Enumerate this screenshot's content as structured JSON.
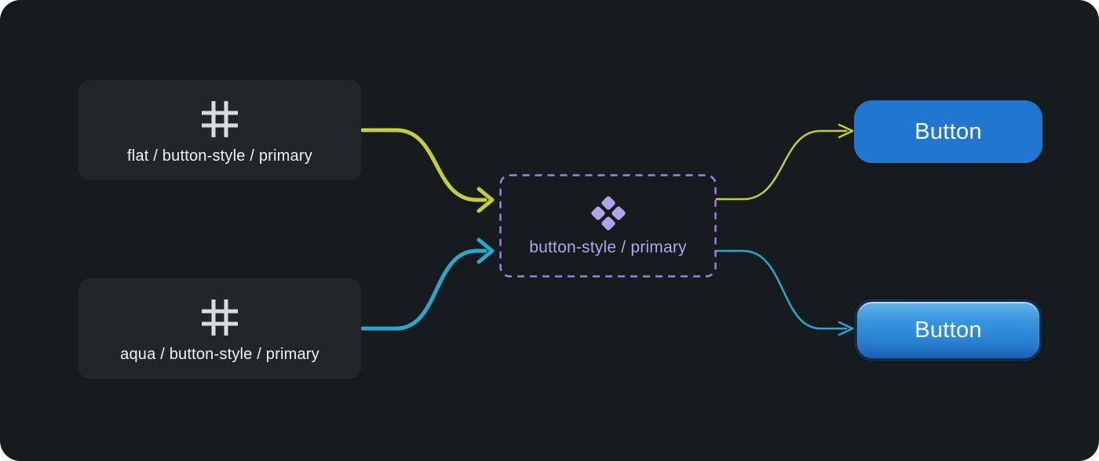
{
  "diagram": {
    "token_cards": [
      {
        "label": "flat / button-style / primary",
        "icon": "hash-icon"
      },
      {
        "label": "aqua / button-style / primary",
        "icon": "hash-icon"
      }
    ],
    "component_node": {
      "label": "button-style / primary",
      "icon": "variables-diamonds-icon"
    },
    "buttons": [
      {
        "label": "Button",
        "style": "flat"
      },
      {
        "label": "Button",
        "style": "aqua"
      }
    ]
  },
  "colors": {
    "panel_bg": "#161b1e",
    "card_bg": "#212729",
    "card_text": "#eef1f2",
    "hash_icon": "#d9dcdd",
    "purple_border": "#9c80e6",
    "purple_text": "#b5a4ee",
    "purple_icon": "#b3a2ec",
    "arrow_yellow": "#c3ce3d",
    "arrow_teal": "#2ba7c9",
    "flat_button_bg": "#2177d0",
    "button_text": "#ffffff",
    "aqua_top": "#4aa7e6",
    "aqua_bottom": "#2273cd",
    "aqua_border": "#152b46"
  }
}
